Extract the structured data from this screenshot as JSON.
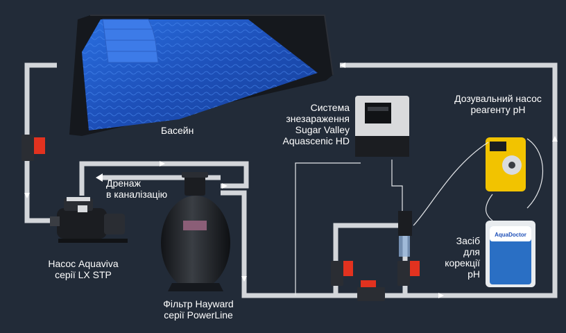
{
  "labels": {
    "pool": "Басейн",
    "drain": [
      "Дренаж",
      "в каналізацію"
    ],
    "pump": [
      "Насос Aquaviva",
      "серії LX STP"
    ],
    "filter": [
      "Фільтр Hayward",
      "серії PowerLine"
    ],
    "disinfection": [
      "Система",
      "знезараження",
      "Sugar Valley",
      "Aquascenic HD"
    ],
    "dosing_pump": [
      "Дозувальний насос",
      "реагенту pH"
    ],
    "ph_reagent": [
      "Засіб",
      "для",
      "корекції",
      "pH"
    ]
  },
  "product_marks": {
    "canister_brand": "AquaDoctor"
  },
  "colors": {
    "background": "#222b38",
    "pipe": "#d3d6da",
    "water": "#1d4fb8",
    "valve_handle": "#e2321f",
    "dosing_pump_body": "#f2c300",
    "equipment_dark": "#1b1d21"
  }
}
